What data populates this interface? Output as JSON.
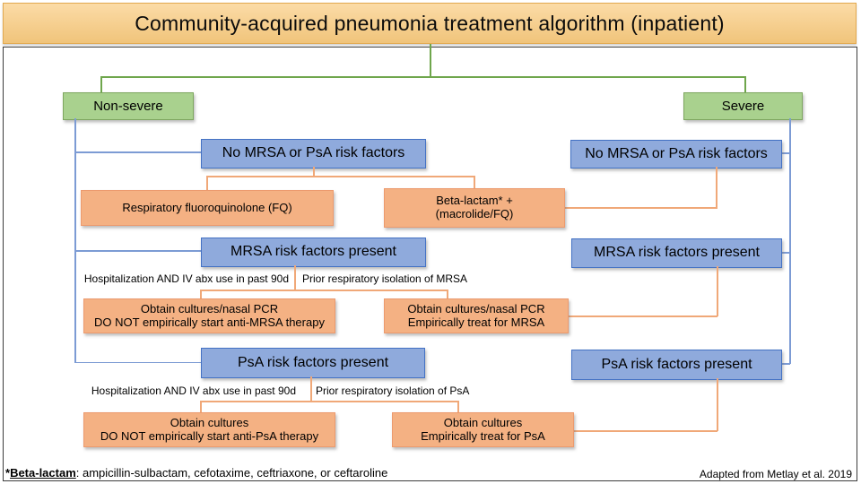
{
  "title": "Community-acquired pneumonia treatment algorithm (inpatient)",
  "nodes": {
    "non_severe": "Non-severe",
    "severe": "Severe",
    "no_risk_left": "No MRSA or PsA risk factors",
    "no_risk_right": "No MRSA or PsA risk factors",
    "fq": "Respiratory fluoroquinolone (FQ)",
    "beta_lactam": {
      "line1": "Beta-lactam* +",
      "line2": "(macrolide/FQ)"
    },
    "mrsa_left": "MRSA risk factors present",
    "mrsa_right": "MRSA risk factors present",
    "mrsa_label_left": "Hospitalization AND IV abx use in past 90d",
    "mrsa_label_right": "Prior respiratory isolation of MRSA",
    "mrsa_no_treat": {
      "line1": "Obtain cultures/nasal PCR",
      "line2": "DO NOT empirically start anti-MRSA therapy"
    },
    "mrsa_treat": {
      "line1": "Obtain cultures/nasal PCR",
      "line2": "Empirically treat for MRSA"
    },
    "psa_left": "PsA risk factors present",
    "psa_right": "PsA risk factors present",
    "psa_label_left": "Hospitalization AND IV abx use in past 90d",
    "psa_label_right": "Prior respiratory isolation of PsA",
    "psa_no_treat": {
      "line1": "Obtain cultures",
      "line2": "DO NOT empirically start anti-PsA therapy"
    },
    "psa_treat": {
      "line1": "Obtain cultures",
      "line2": "Empirically treat for PsA"
    }
  },
  "footnote": {
    "star": "*",
    "term": "Beta-lactam",
    "rest": ": ampicillin-sulbactam, cefotaxime, ceftriaxone, or ceftaroline",
    "attribution": "Adapted from Metlay et al. 2019"
  },
  "colors": {
    "banner_fill": "#FACC80",
    "banner_border": "#E2A94F",
    "green_fill": "#A9D18E",
    "green_border": "#7EA65F",
    "green_line": "#6FA64C",
    "blue_fill": "#8FAADC",
    "blue_border": "#4472C4",
    "blue_line": "#7C9BD4",
    "orange_fill": "#F4B183",
    "orange_border": "#EC9A6E",
    "orange_line": "#F0A878"
  }
}
